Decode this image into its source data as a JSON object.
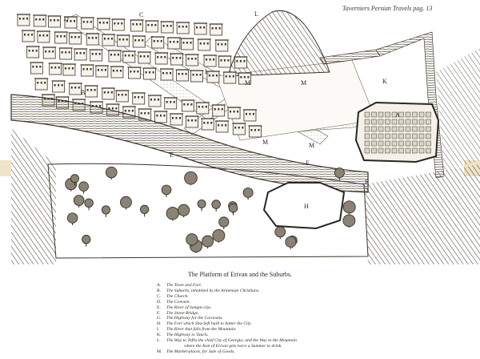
{
  "header": "Taverniers Persian Travels pag. 13",
  "title": "The Platform of Erivan and the Suburbs.",
  "legend": [
    {
      "key": "A.",
      "text": "The Town and Fort."
    },
    {
      "key": "B.",
      "text": "The Suburbs, inhabited by the Armenian Christians."
    },
    {
      "key": "C.",
      "text": "The Church."
    },
    {
      "key": "D.",
      "text": "The Convent."
    },
    {
      "key": "E.",
      "text": "The River of Sangui-cija."
    },
    {
      "key": "F.",
      "text": "The Stone-Bridge."
    },
    {
      "key": "G.",
      "text": "The Highway for the Caravans."
    },
    {
      "key": "H.",
      "text": "The Fort which Sha-Sefi built to batter the City."
    },
    {
      "key": "I.",
      "text": "The River that falls from the Mountain."
    },
    {
      "key": "K.",
      "text": "The Highway to Tauris."
    },
    {
      "key": "L.",
      "text": "The Way to Teflis the chief City of Georgia; and the Way to the Mountain"
    },
    {
      "key": "",
      "text": "where the Kan of Erivan gets twice a Summer to drink."
    },
    {
      "key": "M.",
      "text": "The Market-places, for Sale of Goods."
    }
  ],
  "map_labels": [
    "D",
    "C",
    "L",
    "L",
    "B",
    "M",
    "M",
    "M",
    "M",
    "K",
    "A",
    "E",
    "E",
    "F",
    "H"
  ]
}
